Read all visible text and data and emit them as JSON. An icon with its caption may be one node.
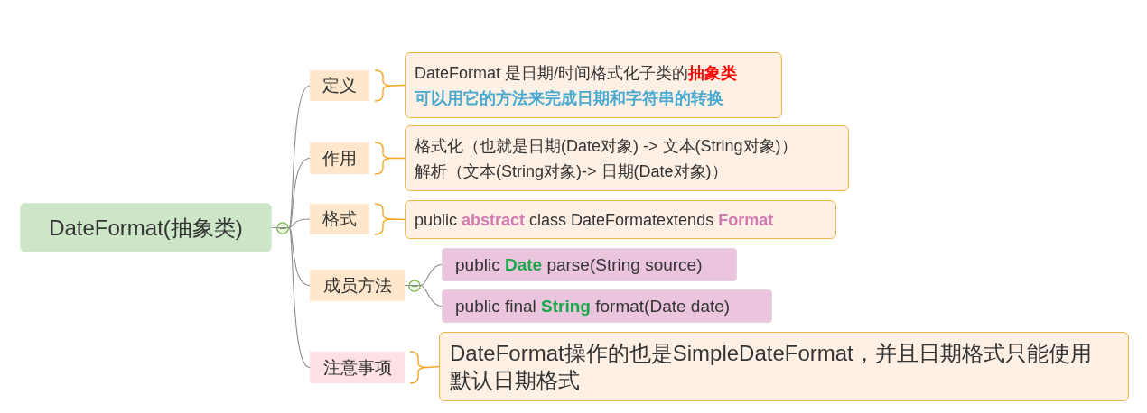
{
  "diagram": {
    "nodes": [
      {
        "text": [
          "DateFormat(抽象类)"
        ]
      },
      {
        "text": [
          "定义"
        ]
      },
      {
        "text": [
          "DateFormat 是日期/时间格式化子类的**抽象类**",
          "可以用它的方法来完成日期和字符串的转换"
        ]
      },
      {
        "text": [
          "作用"
        ]
      },
      {
        "text": [
          "格式化（也就是日期(Date对象) -> 文本(String对象)）",
          "解析（文本(String对象)-> 日期(Date对象)）"
        ]
      },
      {
        "text": [
          "格式"
        ]
      },
      {
        "text": [
          "public **abstract** class DateFormatextends **Format**"
        ]
      },
      {
        "text": [
          "成员方法"
        ]
      },
      {
        "text": [
          "public **Date** parse(String source)"
        ]
      },
      {
        "text": [
          "public final **String** format(Date date)"
        ]
      },
      {
        "text": [
          "注意事项"
        ]
      },
      {
        "text": [
          "DateFormat操作的也是SimpleDateFormat，并且日期格式只能使用默认日期格式"
        ]
      }
    ],
    "edges": [
      {
        "from": 0,
        "to": 1,
        "arrow": "none"
      },
      {
        "from": 0,
        "to": 3,
        "arrow": "none"
      },
      {
        "from": 0,
        "to": 5,
        "arrow": "none"
      },
      {
        "from": 0,
        "to": 7,
        "arrow": "none"
      },
      {
        "from": 0,
        "to": 10,
        "arrow": "none"
      },
      {
        "from": 1,
        "to": 2,
        "arrow": "none",
        "color": "#f5a623"
      },
      {
        "from": 3,
        "to": 4,
        "arrow": "none",
        "color": "#f5a623"
      },
      {
        "from": 5,
        "to": 6,
        "arrow": "none",
        "color": "#f5a623"
      },
      {
        "from": 7,
        "to": 8,
        "arrow": "none"
      },
      {
        "from": 7,
        "to": 9,
        "arrow": "none"
      },
      {
        "from": 10,
        "to": 11,
        "arrow": "none",
        "color": "#f5a623"
      }
    ]
  }
}
